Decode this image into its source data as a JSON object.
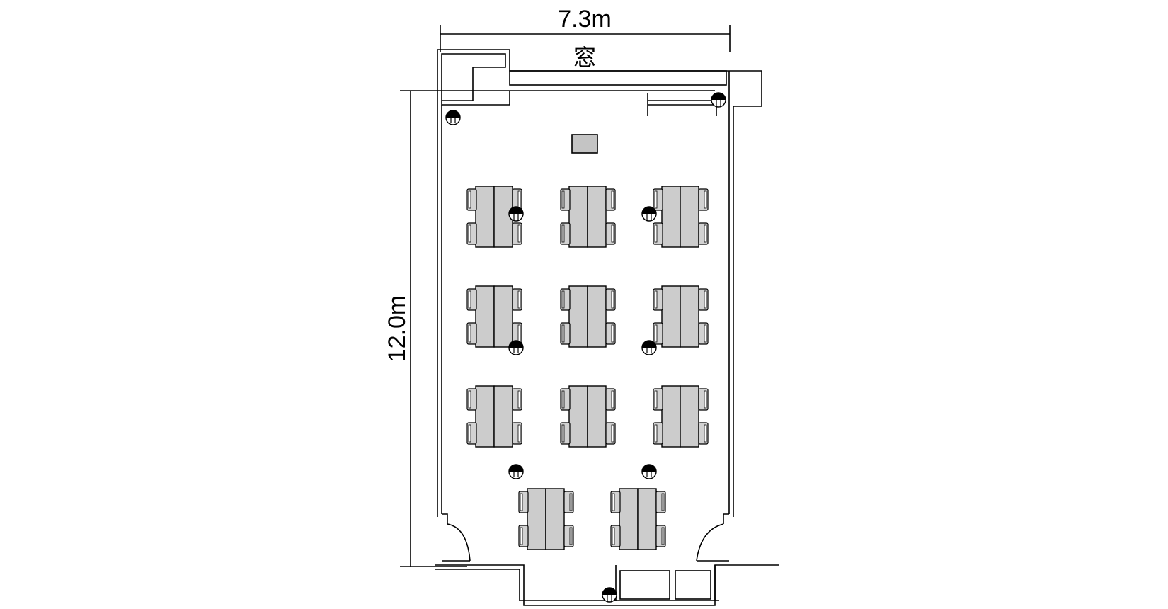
{
  "labels": {
    "width": "7.3m",
    "height": "12.0m",
    "window": "窓"
  },
  "layout": {
    "table_rows": 3,
    "table_cols": 3,
    "extra_tables": 2,
    "chairs_per_table": 4
  },
  "colors": {
    "line": "#000000",
    "table_fill": "#cccccc",
    "chair_fill": "#d2d2d2",
    "object_fill": "#c4c4c4"
  },
  "icons": [
    "power-outlet-icon",
    "door-swing-icon",
    "table-icon",
    "chair-icon"
  ]
}
